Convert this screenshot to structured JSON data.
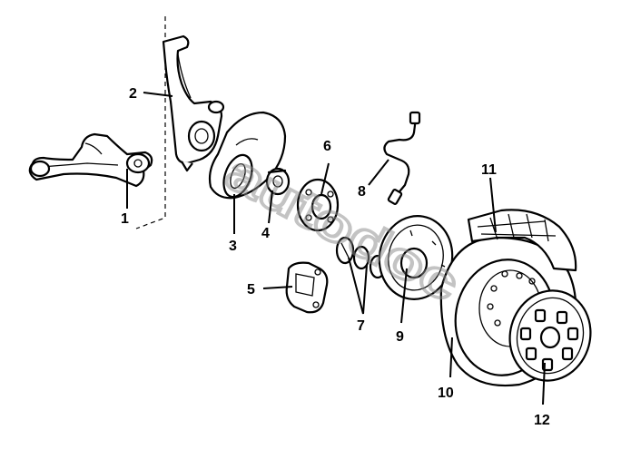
{
  "watermark": "autodoc",
  "callouts": [
    {
      "id": "1",
      "label": "1"
    },
    {
      "id": "2",
      "label": "2"
    },
    {
      "id": "3",
      "label": "3"
    },
    {
      "id": "4",
      "label": "4"
    },
    {
      "id": "5",
      "label": "5"
    },
    {
      "id": "6",
      "label": "6"
    },
    {
      "id": "7",
      "label": "7"
    },
    {
      "id": "8",
      "label": "8"
    },
    {
      "id": "9",
      "label": "9"
    },
    {
      "id": "10",
      "label": "10"
    },
    {
      "id": "11",
      "label": "11"
    },
    {
      "id": "12",
      "label": "12"
    }
  ]
}
